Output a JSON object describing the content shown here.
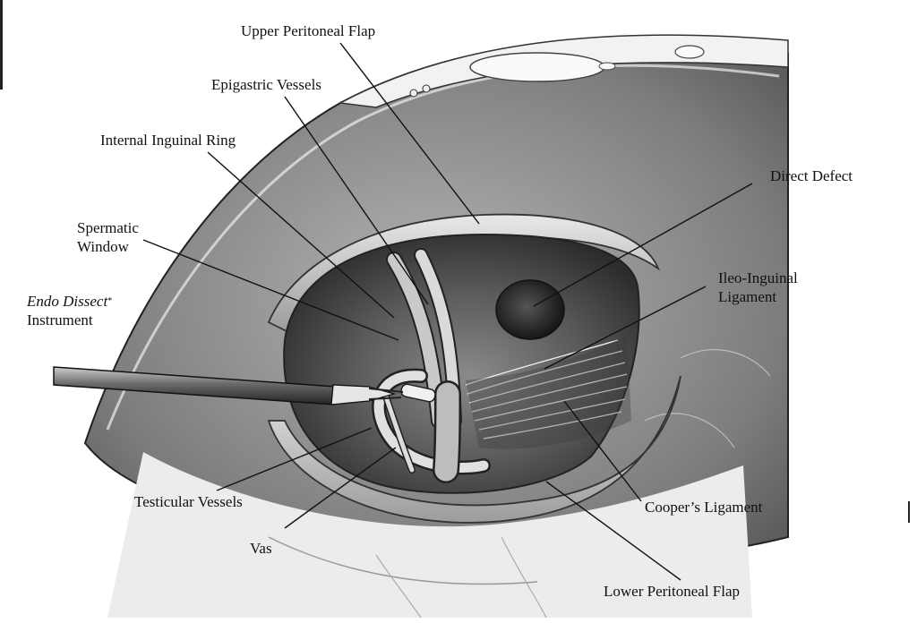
{
  "labels": {
    "upper_peritoneal_flap": "Upper Peritoneal Flap",
    "epigastric_vessels": "Epigastric Vessels",
    "internal_inguinal_ring": "Internal Inguinal Ring",
    "direct_defect": "Direct Defect",
    "spermatic_window_line1": "Spermatic",
    "spermatic_window_line2": "Window",
    "endo_dissect_line1": "Endo Dissect",
    "endo_dissect_mark": "*",
    "endo_dissect_line2": "Instrument",
    "ileo_inguinal_line1": "Ileo-Inguinal",
    "ileo_inguinal_line2": "Ligament",
    "testicular_vessels": "Testicular Vessels",
    "coopers_ligament": "Cooper’s Ligament",
    "vas": "Vas",
    "lower_peritoneal_flap": "Lower Peritoneal Flap"
  },
  "colors": {
    "ink": "#111111",
    "shadow": "#3a3a3a",
    "tissue_light": "#d9d9d9",
    "paper": "#ffffff"
  }
}
